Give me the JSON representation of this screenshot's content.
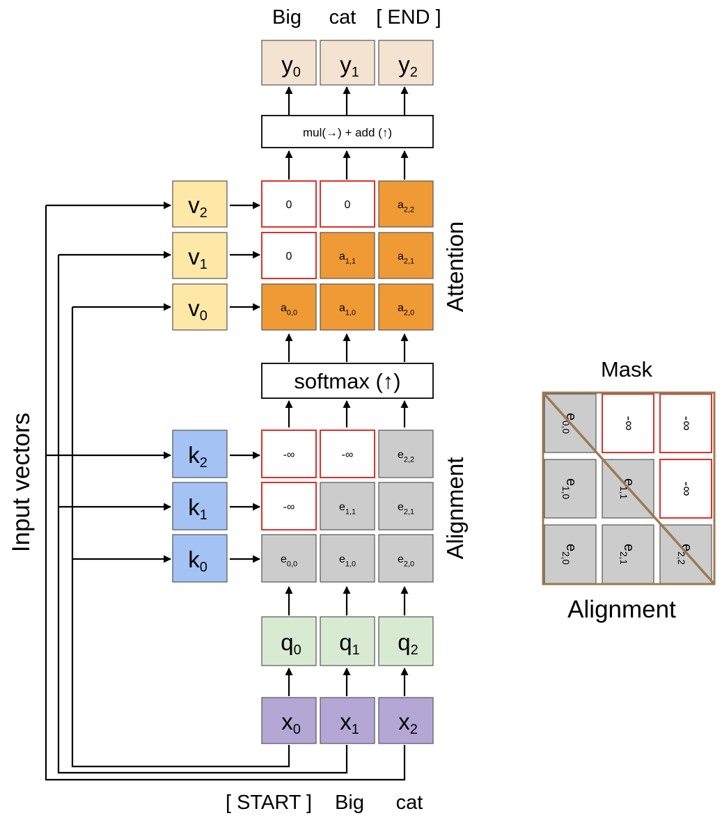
{
  "colors": {
    "y_fill": "#f5e3d2",
    "q_fill": "#d9ead3",
    "x_fill": "#b4a7d6",
    "v_fill": "#fde8a8",
    "k_fill": "#a4c2f4",
    "attn_fill": "#f09a36",
    "align_fill": "#cccccc",
    "mask_red": "#e0302a",
    "mask_brown": "#9b7a53"
  },
  "outputs": {
    "words": [
      "Big",
      "cat",
      "[ END ]"
    ],
    "boxes": [
      {
        "base": "y",
        "sub": "0"
      },
      {
        "base": "y",
        "sub": "1"
      },
      {
        "base": "y",
        "sub": "2"
      }
    ]
  },
  "mul_add_label": "mul(→) + add (↑)",
  "values": [
    {
      "base": "v",
      "sub": "2"
    },
    {
      "base": "v",
      "sub": "1"
    },
    {
      "base": "v",
      "sub": "0"
    }
  ],
  "attention": {
    "label": "Attention",
    "rows": [
      [
        {
          "base": "0",
          "sub": "",
          "masked": true
        },
        {
          "base": "0",
          "sub": "",
          "masked": true
        },
        {
          "base": "a",
          "sub": "2,2",
          "masked": false
        }
      ],
      [
        {
          "base": "0",
          "sub": "",
          "masked": true
        },
        {
          "base": "a",
          "sub": "1,1",
          "masked": false
        },
        {
          "base": "a",
          "sub": "2,1",
          "masked": false
        }
      ],
      [
        {
          "base": "a",
          "sub": "0,0",
          "masked": false
        },
        {
          "base": "a",
          "sub": "1,0",
          "masked": false
        },
        {
          "base": "a",
          "sub": "2,0",
          "masked": false
        }
      ]
    ]
  },
  "softmax_label": "softmax (↑)",
  "keys": [
    {
      "base": "k",
      "sub": "2"
    },
    {
      "base": "k",
      "sub": "1"
    },
    {
      "base": "k",
      "sub": "0"
    }
  ],
  "alignment": {
    "label": "Alignment",
    "rows": [
      [
        {
          "base": "-∞",
          "sub": "",
          "masked": true
        },
        {
          "base": "-∞",
          "sub": "",
          "masked": true
        },
        {
          "base": "e",
          "sub": "2,2",
          "masked": false
        }
      ],
      [
        {
          "base": "-∞",
          "sub": "",
          "masked": true
        },
        {
          "base": "e",
          "sub": "1,1",
          "masked": false
        },
        {
          "base": "e",
          "sub": "2,1",
          "masked": false
        }
      ],
      [
        {
          "base": "e",
          "sub": "0,0",
          "masked": false
        },
        {
          "base": "e",
          "sub": "1,0",
          "masked": false
        },
        {
          "base": "e",
          "sub": "2,0",
          "masked": false
        }
      ]
    ]
  },
  "queries": [
    {
      "base": "q",
      "sub": "0"
    },
    {
      "base": "q",
      "sub": "1"
    },
    {
      "base": "q",
      "sub": "2"
    }
  ],
  "inputs": {
    "boxes": [
      {
        "base": "x",
        "sub": "0"
      },
      {
        "base": "x",
        "sub": "1"
      },
      {
        "base": "x",
        "sub": "2"
      }
    ],
    "words": [
      "[ START ]",
      "Big",
      "cat"
    ]
  },
  "input_vectors_label": "Input vectors",
  "mask_panel": {
    "title": "Mask",
    "caption": "Alignment",
    "rows": [
      [
        {
          "base": "e",
          "sub": "0,0",
          "masked": false
        },
        {
          "base": "-∞",
          "sub": "",
          "masked": true
        },
        {
          "base": "-∞",
          "sub": "",
          "masked": true
        }
      ],
      [
        {
          "base": "e",
          "sub": "1,0",
          "masked": false
        },
        {
          "base": "e",
          "sub": "1,1",
          "masked": false
        },
        {
          "base": "-∞",
          "sub": "",
          "masked": true
        }
      ],
      [
        {
          "base": "e",
          "sub": "2,0",
          "masked": false
        },
        {
          "base": "e",
          "sub": "2,1",
          "masked": false
        },
        {
          "base": "e",
          "sub": "2,2",
          "masked": false
        }
      ]
    ]
  }
}
